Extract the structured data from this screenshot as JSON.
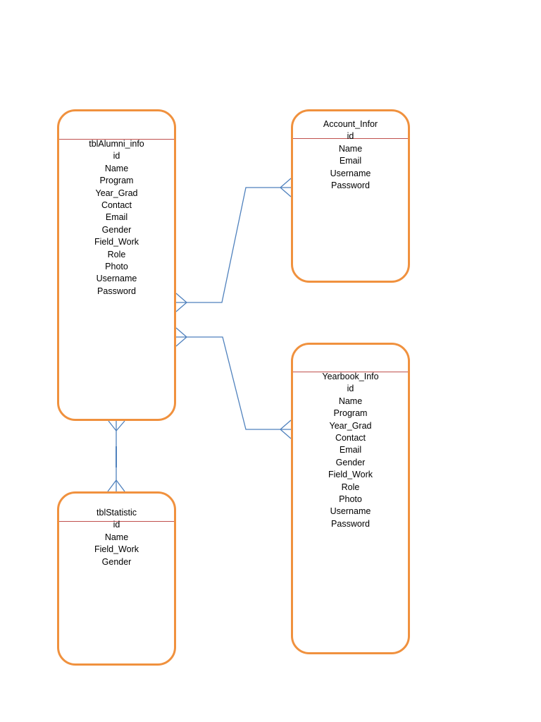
{
  "colors": {
    "entity_border": "#f0913e",
    "entity_divider": "#c0504d",
    "connector": "#4f81bd"
  },
  "entities": {
    "alumni": {
      "title": "tblAlumni_info",
      "fields": [
        "id",
        "Name",
        "Program",
        "Year_Grad",
        "Contact",
        "Email",
        "Gender",
        "Field_Work",
        "Role",
        "Photo",
        "Username",
        "Password"
      ]
    },
    "account": {
      "title": "Account_Infor",
      "fields": [
        "id",
        "Name",
        "Email",
        "Username",
        "Password"
      ]
    },
    "yearbook": {
      "title": "Yearbook_Info",
      "fields": [
        "id",
        "Name",
        "Program",
        "Year_Grad",
        "Contact",
        "Email",
        "Gender",
        "Field_Work",
        "Role",
        "Photo",
        "Username",
        "Password"
      ]
    },
    "statistic": {
      "title": "tblStatistic",
      "fields": [
        "id",
        "Name",
        "Field_Work",
        "Gender"
      ]
    }
  },
  "relationships": [
    {
      "from": "alumni",
      "to": "account"
    },
    {
      "from": "alumni",
      "to": "yearbook"
    },
    {
      "from": "alumni",
      "to": "statistic"
    }
  ]
}
